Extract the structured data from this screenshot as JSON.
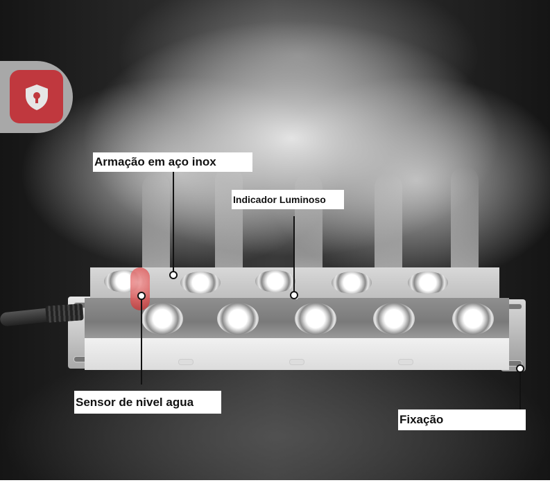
{
  "product_image": {
    "description": "Stainless steel 10-head ultrasonic mist maker with fog",
    "nozzle_count": 10
  },
  "badge": {
    "icon": "shield-keyhole-icon",
    "color": "#c0383e",
    "pill_color": "#a8a8a8"
  },
  "annotations": {
    "frame": "Armação em aço inox",
    "indicator": "Indicador Luminoso",
    "sensor": "Sensor de nivel agua",
    "fixing": "Fixação"
  }
}
